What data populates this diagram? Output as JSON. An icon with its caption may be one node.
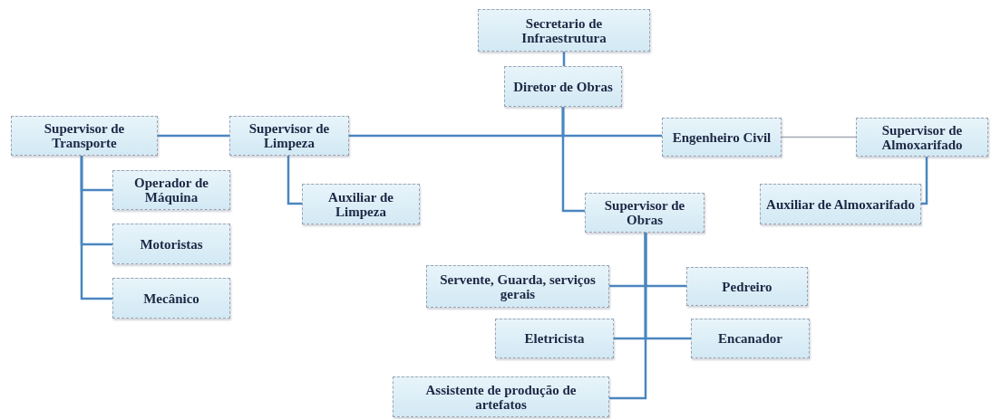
{
  "diagram": {
    "nodes": [
      {
        "text": [
          "Secretario de Infraestrutura"
        ]
      },
      {
        "text": [
          "Diretor de Obras"
        ]
      },
      {
        "text": [
          "Supervisor de Transporte"
        ]
      },
      {
        "text": [
          "Supervisor de Limpeza"
        ]
      },
      {
        "text": [
          "Engenheiro Civil"
        ]
      },
      {
        "text": [
          "Supervisor de Almoxarifado"
        ]
      },
      {
        "text": [
          "Operador de Máquina"
        ]
      },
      {
        "text": [
          "Auxiliar de Limpeza"
        ]
      },
      {
        "text": [
          "Supervisor de Obras"
        ]
      },
      {
        "text": [
          "Auxiliar de Almoxarifado"
        ]
      },
      {
        "text": [
          "Motoristas"
        ]
      },
      {
        "text": [
          "Servente, Guarda, serviços gerais"
        ]
      },
      {
        "text": [
          "Pedreiro"
        ]
      },
      {
        "text": [
          "Mecânico"
        ]
      },
      {
        "text": [
          "Eletricista"
        ]
      },
      {
        "text": [
          "Encanador"
        ]
      },
      {
        "text": [
          "Assistente de produção de artefatos"
        ]
      }
    ],
    "edges": [
      {
        "from": 0,
        "to": 1,
        "arrow": "none"
      },
      {
        "from": 1,
        "to": 3,
        "arrow": "none"
      },
      {
        "from": 1,
        "to": 4,
        "arrow": "none"
      },
      {
        "from": 1,
        "to": 8,
        "arrow": "none"
      },
      {
        "from": 3,
        "to": 2,
        "arrow": "none"
      },
      {
        "from": 4,
        "to": 5,
        "arrow": "none",
        "color": "#a3a9b5"
      },
      {
        "from": 2,
        "to": 6,
        "arrow": "none"
      },
      {
        "from": 2,
        "to": 10,
        "arrow": "none"
      },
      {
        "from": 2,
        "to": 13,
        "arrow": "none"
      },
      {
        "from": 3,
        "to": 7,
        "arrow": "none"
      },
      {
        "from": 5,
        "to": 9,
        "arrow": "none"
      },
      {
        "from": 8,
        "to": 11,
        "arrow": "none"
      },
      {
        "from": 8,
        "to": 12,
        "arrow": "none"
      },
      {
        "from": 8,
        "to": 14,
        "arrow": "none"
      },
      {
        "from": 8,
        "to": 15,
        "arrow": "none"
      },
      {
        "from": 8,
        "to": 16,
        "arrow": "none"
      }
    ]
  }
}
